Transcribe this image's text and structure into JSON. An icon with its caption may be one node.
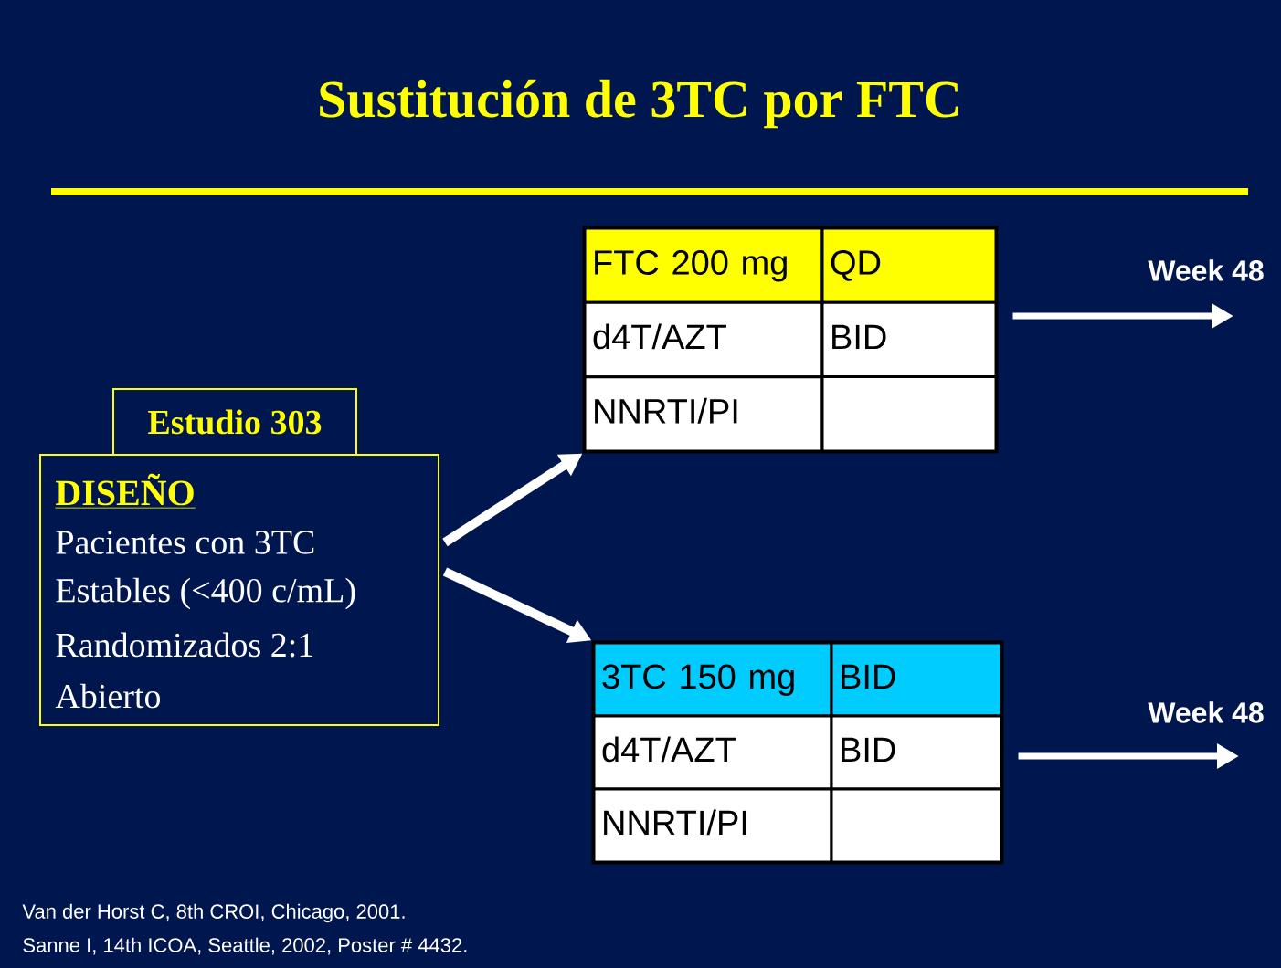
{
  "diagram": {
    "title": "Sustitución de 3TC por FTC",
    "nodes": [
      {
        "text": [
          "Estudio 303"
        ]
      },
      {
        "text": [
          "DISEÑO",
          "Pacientes con 3TC",
          "Estables (<400 c/mL)",
          "Randomizados 2:1",
          "Abierto"
        ]
      },
      {
        "text": [
          "FTC 200 mg",
          "QD",
          "d4T/AZT",
          "BID",
          "NNRTI/PI"
        ]
      },
      {
        "text": [
          "3TC 150 mg",
          "BID",
          "d4T/AZT",
          "BID",
          "NNRTI/PI"
        ]
      }
    ],
    "edges": [
      {
        "from": 1,
        "to": 2,
        "arrow": "to"
      },
      {
        "from": 1,
        "to": 3,
        "arrow": "to"
      },
      {
        "from": 2,
        "to": null,
        "arrow": "to",
        "label": "Week 48"
      },
      {
        "from": 3,
        "to": null,
        "arrow": "to",
        "label": "Week 48"
      }
    ],
    "labels": [
      "Van der Horst C, 8th CROI, Chicago, 2001.",
      "Sanne I, 14th ICOA, Seattle, 2002, Poster # 4432."
    ]
  }
}
